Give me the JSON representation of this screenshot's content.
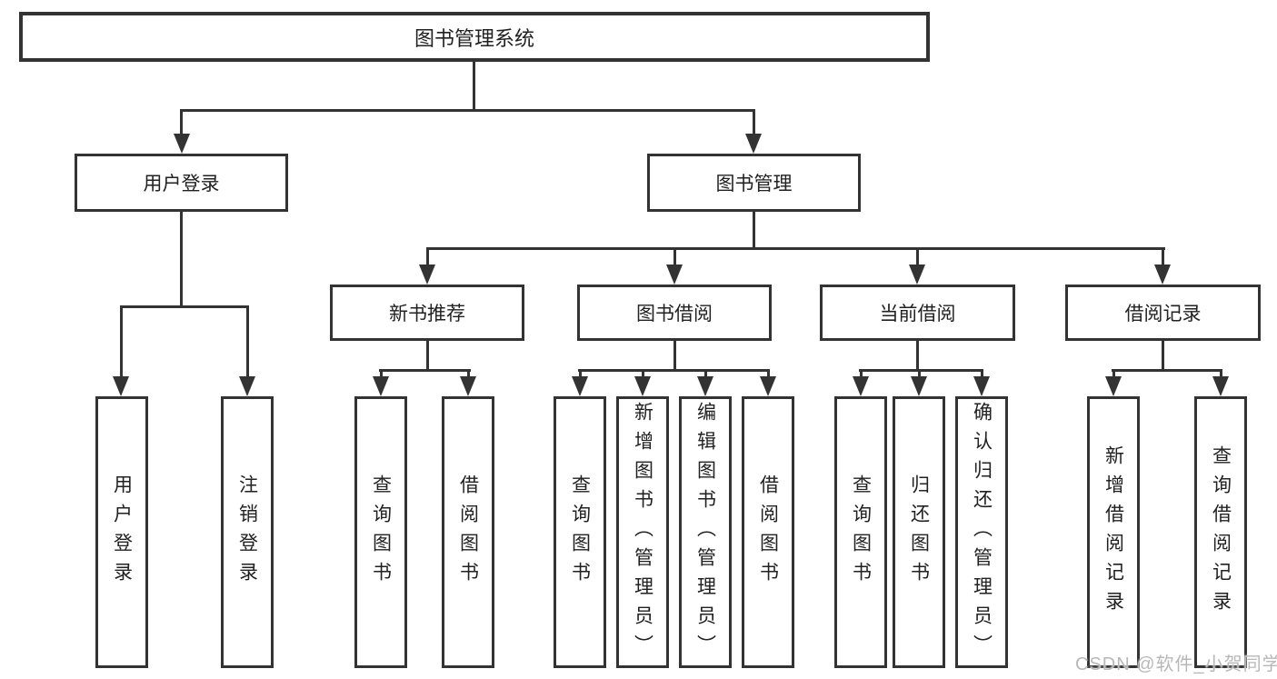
{
  "tree": {
    "root": {
      "label": "图书管理系统"
    },
    "level2": [
      {
        "label": "用户登录"
      },
      {
        "label": "图书管理"
      }
    ],
    "login_children": [
      {
        "label": "用户登录"
      },
      {
        "label": "注销登录"
      }
    ],
    "level3": [
      {
        "label": "新书推荐"
      },
      {
        "label": "图书借阅"
      },
      {
        "label": "当前借阅"
      },
      {
        "label": "借阅记录"
      }
    ],
    "recommend_children": [
      {
        "label": "查询图书"
      },
      {
        "label": "借阅图书"
      }
    ],
    "borrow_children": [
      {
        "label": "查询图书"
      },
      {
        "label": "新增图书（管理员）"
      },
      {
        "label": "编辑图书（管理员）"
      },
      {
        "label": "借阅图书"
      }
    ],
    "current_children": [
      {
        "label": "查询图书"
      },
      {
        "label": "归还图书"
      },
      {
        "label": "确认归还（管理员）"
      }
    ],
    "record_children": [
      {
        "label": "新增借阅记录"
      },
      {
        "label": "查询借阅记录"
      }
    ]
  },
  "watermark": {
    "text": "CSDN @软件_小贺同学"
  },
  "colors": {
    "line": "#333333",
    "text": "#212121",
    "background": "#ffffff",
    "watermark": "#b8b8b8"
  }
}
